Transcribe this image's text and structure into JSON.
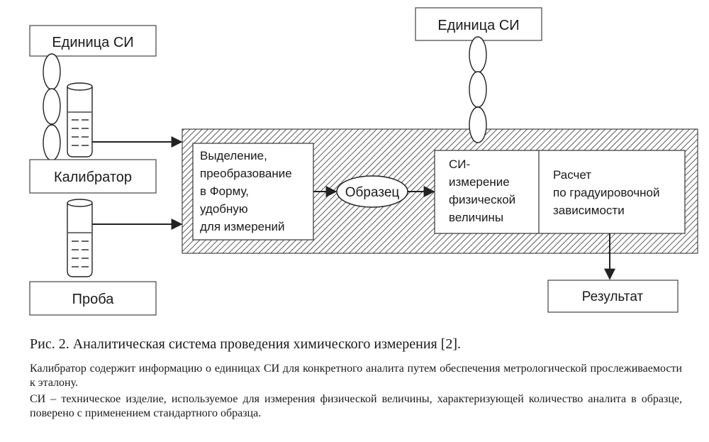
{
  "diagram": {
    "unit_left": "Единица СИ",
    "unit_right": "Единица СИ",
    "calibrator": "Калибратор",
    "sample_source": "Проба",
    "separation": [
      "Выделение,",
      "преобразование",
      "в Форму,",
      "удобную",
      "для измерений"
    ],
    "sample": "Образец",
    "measurement": [
      "СИ-",
      "измерение",
      "физической",
      "величины"
    ],
    "calculation": [
      "Расчет",
      "по градуировочной",
      "зависимости"
    ],
    "result": "Результат"
  },
  "caption": {
    "title": "Рис. 2. Аналитическая система проведения химического измерения [2].",
    "note1": "Калибратор содержит информацию о единицах СИ для конкретного аналита путем обеспечения метрологической прослеживаемости к эталону.",
    "note2": "СИ – техническое изделие, используемое для измерения физической величины, характеризующей количество аналита в образце, поверено с применением стандартного образца."
  }
}
